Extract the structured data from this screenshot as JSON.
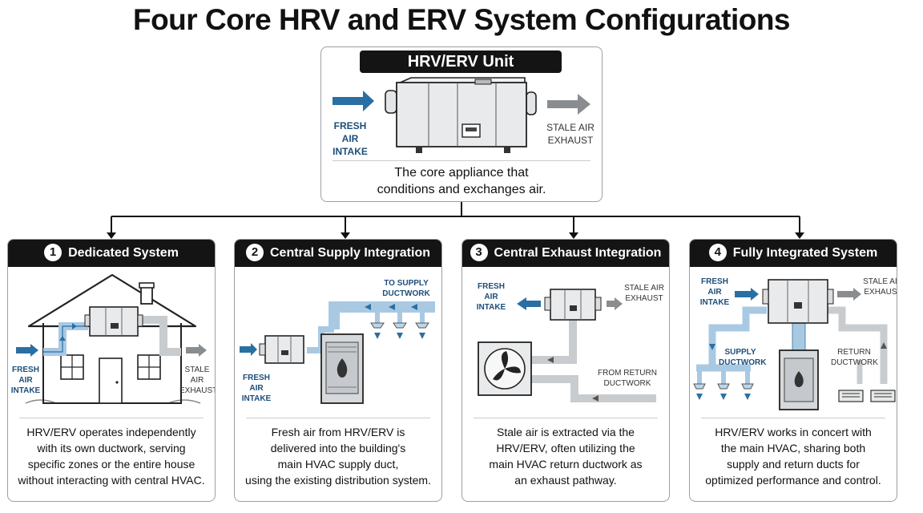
{
  "title": "Four Core HRV and ERV System Configurations",
  "unit": {
    "heading": "HRV/ERV Unit",
    "fresh_label_1": "FRESH AIR",
    "fresh_label_2": "INTAKE",
    "stale_label_1": "STALE AIR",
    "stale_label_2": "EXHAUST",
    "desc_1": "The core appliance that",
    "desc_2": "conditions and exchanges air."
  },
  "cards": [
    {
      "number": "1",
      "title": "Dedicated System",
      "labels": {
        "fresh_1": "FRESH AIR",
        "fresh_2": "INTAKE",
        "stale_1": "STALE AIR",
        "stale_2": "EXHAUST"
      },
      "desc": [
        "HRV/ERV operates independently",
        "with its own ductwork, serving",
        "specific zones or the entire house",
        "without interacting with central HVAC."
      ]
    },
    {
      "number": "2",
      "title": "Central Supply Integration",
      "labels": {
        "supply_1": "TO SUPPLY",
        "supply_2": "DUCTWORK",
        "fresh_1": "FRESH AIR",
        "fresh_2": "INTAKE"
      },
      "desc": [
        "Fresh air from HRV/ERV is",
        "delivered into the building's",
        "main HVAC supply duct,",
        "using the existing distribution system."
      ]
    },
    {
      "number": "3",
      "title": "Central Exhaust Integration",
      "labels": {
        "fresh_1": "FRESH AIR",
        "fresh_2": "INTAKE",
        "stale_1": "STALE AIR",
        "stale_2": "EXHAUST",
        "return_1": "FROM RETURN",
        "return_2": "DUCTWORK"
      },
      "desc": [
        "Stale air is extracted via the",
        "HRV/ERV, often utilizing the",
        "main HVAC return ductwork as",
        "an exhaust pathway."
      ]
    },
    {
      "number": "4",
      "title": "Fully Integrated System",
      "labels": {
        "fresh_1": "FRESH AIR",
        "fresh_2": "INTAKE",
        "stale_1": "STALE AIR",
        "stale_2": "EXHAUST",
        "supply_1": "SUPPLY",
        "supply_2": "DUCTWORK",
        "return_1": "RETURN",
        "return_2": "DUCTWORK"
      },
      "desc": [
        "HRV/ERV works in concert with",
        "the main HVAC, sharing both",
        "supply and return ducts for",
        "optimized performance and control."
      ]
    }
  ],
  "colors": {
    "fresh": "#2a6fa3",
    "stale": "#8a8d90",
    "duct_blue": "#a9c9e3",
    "duct_gray": "#c9cccf",
    "header": "#141414"
  }
}
